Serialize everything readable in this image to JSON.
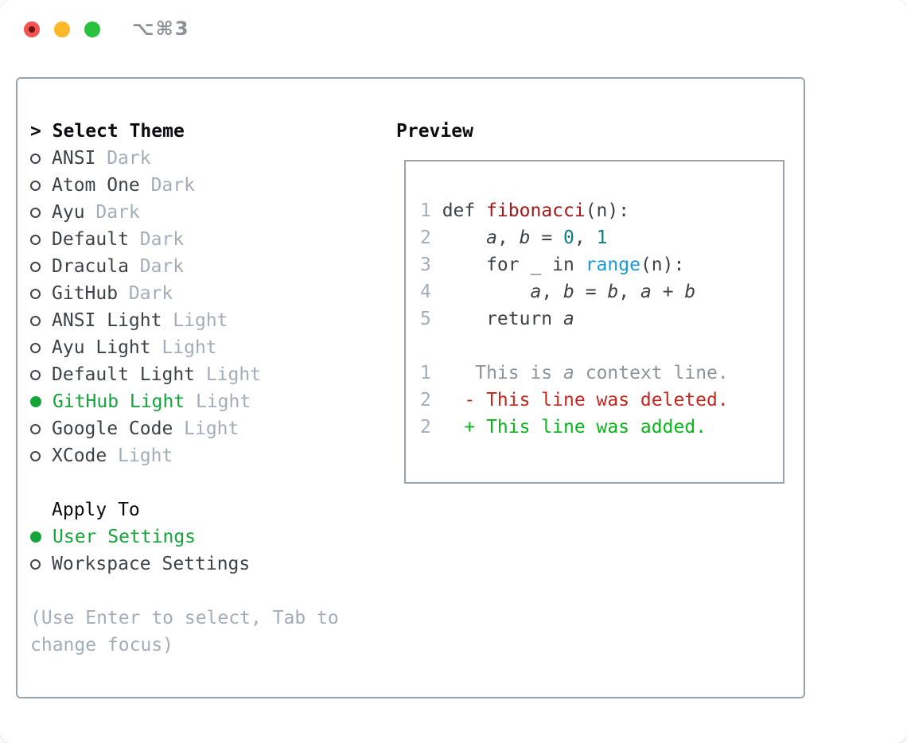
{
  "window": {
    "title": "⌥⌘3",
    "traffic_lights": [
      "close",
      "minimize",
      "zoom"
    ]
  },
  "theme_panel": {
    "prompt": ">",
    "title": "Select Theme",
    "items": [
      {
        "name": "ANSI",
        "tag": "Dark",
        "selected": false
      },
      {
        "name": "Atom One",
        "tag": "Dark",
        "selected": false
      },
      {
        "name": "Ayu",
        "tag": "Dark",
        "selected": false
      },
      {
        "name": "Default",
        "tag": "Dark",
        "selected": false
      },
      {
        "name": "Dracula",
        "tag": "Dark",
        "selected": false
      },
      {
        "name": "GitHub",
        "tag": "Dark",
        "selected": false
      },
      {
        "name": "ANSI Light",
        "tag": "Light",
        "selected": false
      },
      {
        "name": "Ayu Light",
        "tag": "Light",
        "selected": false
      },
      {
        "name": "Default Light",
        "tag": "Light",
        "selected": false
      },
      {
        "name": "GitHub Light",
        "tag": "Light",
        "selected": true
      },
      {
        "name": "Google Code",
        "tag": "Light",
        "selected": false
      },
      {
        "name": "XCode",
        "tag": "Light",
        "selected": false
      }
    ],
    "apply_to": {
      "label": "Apply To",
      "options": [
        {
          "name": "User Settings",
          "selected": true
        },
        {
          "name": "Workspace Settings",
          "selected": false
        }
      ]
    },
    "help": "(Use Enter to select, Tab to change focus)"
  },
  "preview": {
    "title": "Preview",
    "lines": [
      {
        "num": "1",
        "tokens": [
          {
            "t": "def ",
            "s": "plain"
          },
          {
            "t": "fibonacci",
            "s": "func"
          },
          {
            "t": "(n):",
            "s": "plain"
          }
        ]
      },
      {
        "num": "2",
        "tokens": [
          {
            "t": "    ",
            "s": "plain"
          },
          {
            "t": "a",
            "s": "var"
          },
          {
            "t": ", ",
            "s": "plain"
          },
          {
            "t": "b",
            "s": "var"
          },
          {
            "t": " = ",
            "s": "plain"
          },
          {
            "t": "0",
            "s": "num"
          },
          {
            "t": ", ",
            "s": "plain"
          },
          {
            "t": "1",
            "s": "num"
          }
        ]
      },
      {
        "num": "3",
        "tokens": [
          {
            "t": "    for _ in ",
            "s": "plain"
          },
          {
            "t": "range",
            "s": "builtin"
          },
          {
            "t": "(n):",
            "s": "plain"
          }
        ]
      },
      {
        "num": "4",
        "tokens": [
          {
            "t": "        ",
            "s": "plain"
          },
          {
            "t": "a",
            "s": "var"
          },
          {
            "t": ", ",
            "s": "plain"
          },
          {
            "t": "b",
            "s": "var"
          },
          {
            "t": " = ",
            "s": "plain"
          },
          {
            "t": "b",
            "s": "var"
          },
          {
            "t": ", ",
            "s": "plain"
          },
          {
            "t": "a",
            "s": "var"
          },
          {
            "t": " + ",
            "s": "plain"
          },
          {
            "t": "b",
            "s": "var"
          }
        ]
      },
      {
        "num": "5",
        "tokens": [
          {
            "t": "    return ",
            "s": "plain"
          },
          {
            "t": "a",
            "s": "var"
          }
        ]
      },
      {
        "num": "",
        "tokens": []
      },
      {
        "num": "1",
        "tokens": [
          {
            "t": "   This is ",
            "s": "context"
          },
          {
            "t": "a",
            "s": "context-var"
          },
          {
            "t": " context line.",
            "s": "context"
          }
        ]
      },
      {
        "num": "2",
        "tokens": [
          {
            "t": "  - This line was deleted.",
            "s": "deleted"
          }
        ]
      },
      {
        "num": "2",
        "tokens": [
          {
            "t": "  + This line was added.",
            "s": "added"
          }
        ]
      }
    ]
  },
  "colors": {
    "accent_green": "#14a43a",
    "frame_border": "#9aa3ad",
    "text_main": "#3c4248",
    "text_muted": "#a3adb9",
    "code_plain": "#3c4248",
    "code_func": "#a31818",
    "code_number": "#0e7d7d",
    "code_builtin": "#1a9bd7",
    "diff_context": "#8d949c",
    "diff_deleted": "#c4271d",
    "diff_added": "#0ab41c",
    "light_close": "#f4544d",
    "light_minimize": "#fcb826",
    "light_zoom": "#29c23d"
  }
}
